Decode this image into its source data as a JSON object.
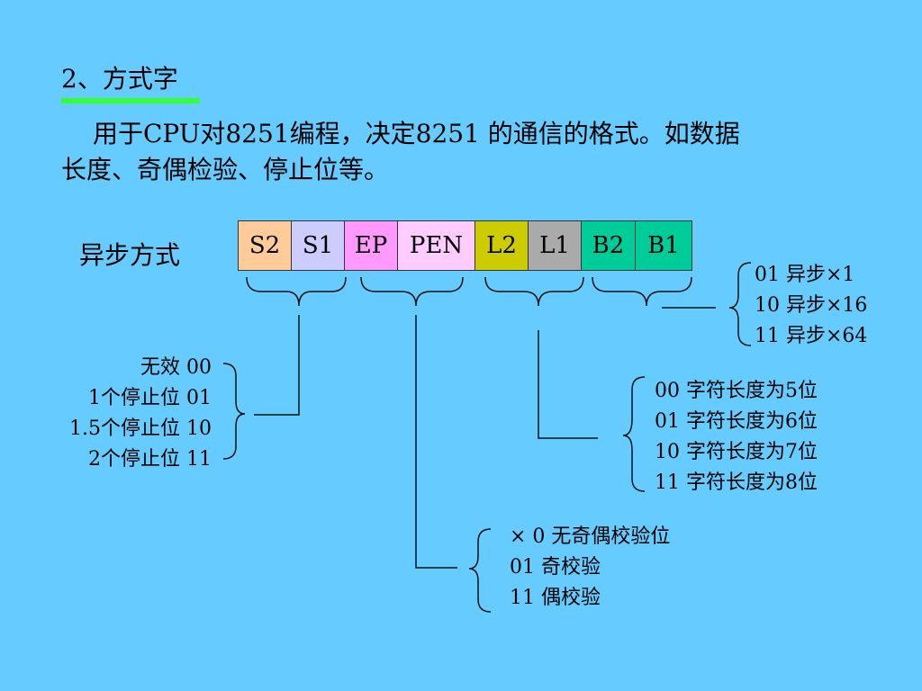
{
  "heading": "2、方式字",
  "description_line1": "用于CPU对8251编程，决定8251 的通信的格式。如数据",
  "description_line2": "长度、奇偶检验、停止位等。",
  "mode_label": "异步方式",
  "register": [
    {
      "label": "S2",
      "color": "#ffcc99"
    },
    {
      "label": "S1",
      "color": "#ccccff"
    },
    {
      "label": "EP",
      "color": "#ff99ff"
    },
    {
      "label": "PEN",
      "color": "#ffccff"
    },
    {
      "label": "L2",
      "color": "#cccc00"
    },
    {
      "label": "L1",
      "color": "#aaaaaa"
    },
    {
      "label": "B2",
      "color": "#00cc99"
    },
    {
      "label": "B1",
      "color": "#00cc99"
    }
  ],
  "stop_bits": [
    "无效   00",
    "1个停止位  01",
    "1.5个停止位  10",
    "2个停止位  11"
  ],
  "baud_factor": [
    "01 异步×1",
    "10 异步×16",
    "11 异步×64"
  ],
  "char_length": [
    "00  字符长度为5位",
    "01  字符长度为6位",
    "10  字符长度为7位",
    "11  字符长度为8位"
  ],
  "parity": [
    "× 0  无奇偶校验位",
    "01   奇校验",
    "11  偶校验"
  ]
}
